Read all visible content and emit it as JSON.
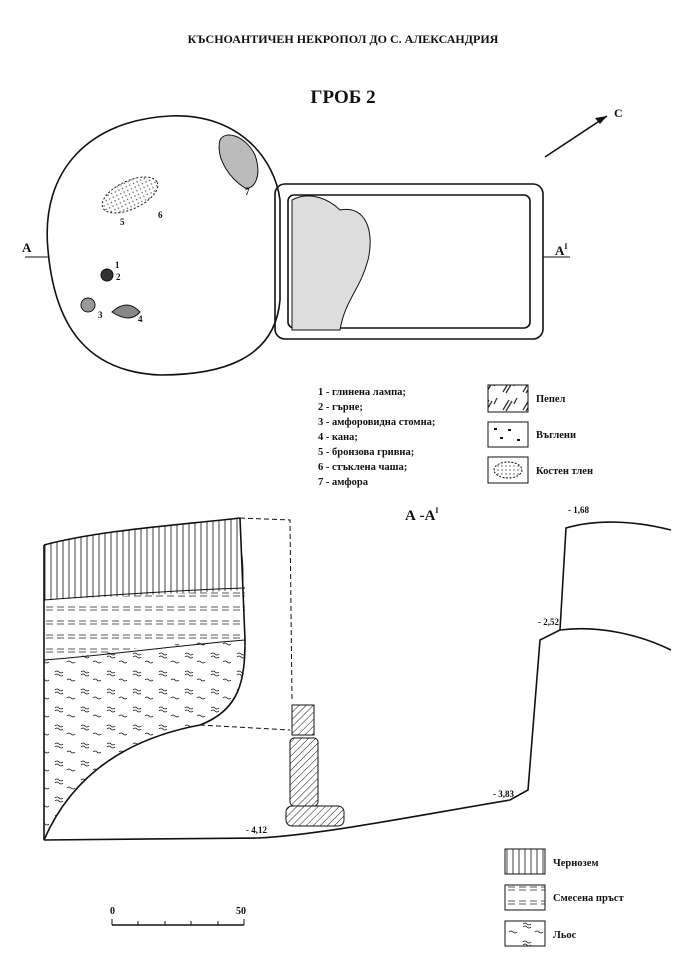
{
  "header": {
    "title": "КЪСНОАНТИЧЕН  НЕКРОПОЛ ДО  С. АЛЕКСАНДРИЯ",
    "grave": "ГРОБ  2"
  },
  "plan": {
    "north_label": "С",
    "section_start": "А",
    "section_end": "А",
    "section_end_sup": "I",
    "find_numbers": [
      "1",
      "2",
      "3",
      "4",
      "5",
      "6",
      "7"
    ]
  },
  "finds_legend": [
    "1 - глинена лампа;",
    "2 - гърне;",
    "3 - амфоровидна стомна;",
    "4 - кана;",
    "5 - бронзова гривна;",
    "6 - стъклена чаша;",
    "7 - амфора"
  ],
  "fill_legend": [
    "Пепел",
    "Въглени",
    "Костен тлен"
  ],
  "section": {
    "title": "А -А",
    "title_sup": "I",
    "depths": [
      "- 1,68",
      "- 2,52",
      "- 3,83",
      "- 4,12"
    ]
  },
  "soil_legend": [
    "Чернозем",
    "Смесена пръст",
    "Льос"
  ],
  "scale": {
    "start": "0",
    "end": "50"
  }
}
